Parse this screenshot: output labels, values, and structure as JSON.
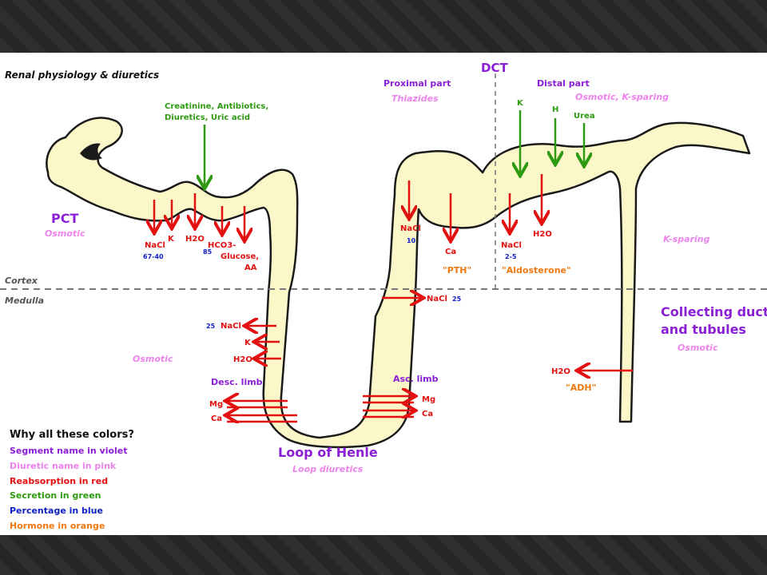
{
  "title": "Renal physiology & diuretics",
  "zones": {
    "cortex": "Cortex",
    "medulla": "Medulla"
  },
  "colors": {
    "segment": "#8b1fd6",
    "diuretic": "#ee82ee",
    "reabsorption": "#e31010",
    "secretion": "#2e9a12",
    "percentage": "#1020c8",
    "hormone": "#f07810",
    "tubule": "#fbf7c9"
  },
  "pct": {
    "name": "PCT",
    "diuretic": "Osmotic",
    "secretion": "Creatinine, Antibiotics, Diuretics, Uric acid",
    "reabsorbed": [
      "NaCl",
      "K",
      "H2O",
      "HCO3-",
      "Glucose, AA"
    ],
    "percent": {
      "nacl": "67-40",
      "h2o": "85"
    }
  },
  "loop": {
    "name": "Loop of Henle",
    "diuretic": "Loop diuretics",
    "medulla_diuretic": "Osmotic",
    "desc_limb": {
      "name": "Desc. limb",
      "nacl_percent": "25",
      "reabsorbed": [
        "NaCl",
        "K",
        "H2O",
        "Mg",
        "Ca"
      ]
    },
    "asc_limb": {
      "name": "Asc. limb",
      "nacl_percent": "25",
      "reabsorbed": [
        "NaCl",
        "Mg",
        "Ca"
      ]
    }
  },
  "dct": {
    "name": "DCT",
    "proximal": {
      "name": "Proximal part",
      "diuretic": "Thiazides",
      "reabsorbed": [
        "NaCl",
        "Ca"
      ],
      "nacl_percent": "10",
      "hormone": "\"PTH\""
    },
    "distal": {
      "name": "Distal part",
      "diuretic": "Osmotic, K-sparing",
      "secretion": [
        "K",
        "H",
        "Urea"
      ],
      "reabsorbed": [
        "NaCl",
        "H2O"
      ],
      "nacl_percent": "2-5",
      "hormone": "\"Aldosterone\""
    }
  },
  "collecting": {
    "name": "Collecting duct and tubules",
    "diuretic_cortex": "K-sparing",
    "diuretic_medulla": "Osmotic",
    "reabsorbed": [
      "H2O"
    ],
    "hormone": "\"ADH\""
  },
  "legend": {
    "title": "Why all these colors?",
    "items": [
      {
        "text": "Segment name in violet",
        "color": "#8b1fd6"
      },
      {
        "text": "Diuretic name in pink",
        "color": "#ee82ee"
      },
      {
        "text": "Reabsorption in red",
        "color": "#e31010"
      },
      {
        "text": "Secretion in green",
        "color": "#2e9a12"
      },
      {
        "text": "Percentage in blue",
        "color": "#1020c8"
      },
      {
        "text": "Hormone in orange",
        "color": "#f07810"
      }
    ]
  }
}
